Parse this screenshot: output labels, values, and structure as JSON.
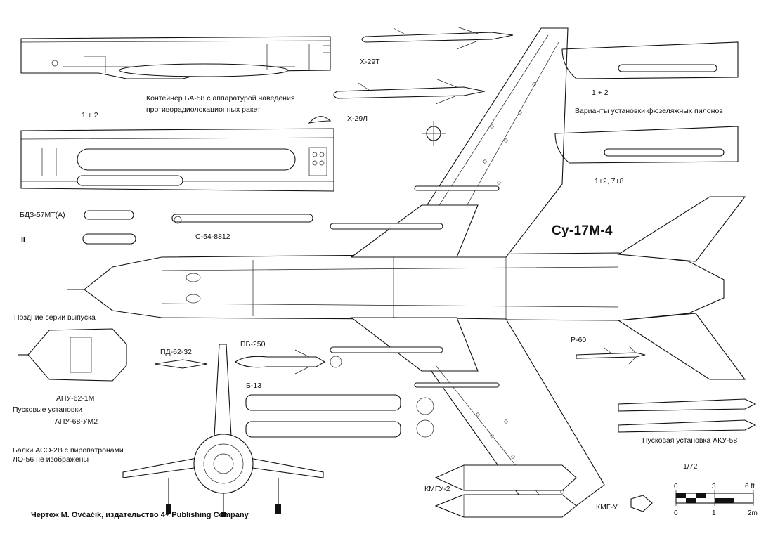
{
  "title": "Су-17М-4",
  "scale_ratio": "1/72",
  "credit": "Чертеж M. Ovčačik, издательство 4+ Publishing Company",
  "labels": {
    "ba58_line1": "Контейнер  БА-58 с аппаратурой наведения",
    "ba58_line2": "противорадиолокационных ракет",
    "one_two_left": "1 + 2",
    "bdz": "БДЗ-57МТ(А)",
    "roman_two": "II",
    "s54": "С-54-8812",
    "late_series": "Поздние серии выпуска",
    "pd62": "ПД-62-32",
    "apu62": "АПУ-62-1М",
    "launchers": "Пусковые установки",
    "apu68": "АПУ-68-УМ2",
    "balki_line1": "Балки АСО-2В с пиропатронами",
    "balki_line2": "ЛО-56 не изображены",
    "x29t": "Х-29Т",
    "x29l": "Х-29Л",
    "pb250": "ПБ-250",
    "b13": "Б-13",
    "kmgu2": "КМГУ-2",
    "kmgu": "КМГ-У",
    "one_two_right": "1 + 2",
    "pylon_variants": "Варианты установки фюзеляжных пилонов",
    "one_two_seven_eight": "1+2, 7+8",
    "r60": "Р-60",
    "aku58": "Пусковая установка АКУ-58"
  },
  "scale_bar": {
    "feet_ticks": [
      "0",
      "3",
      "6 ft"
    ],
    "meter_ticks": [
      "0",
      "1",
      "2m"
    ]
  }
}
